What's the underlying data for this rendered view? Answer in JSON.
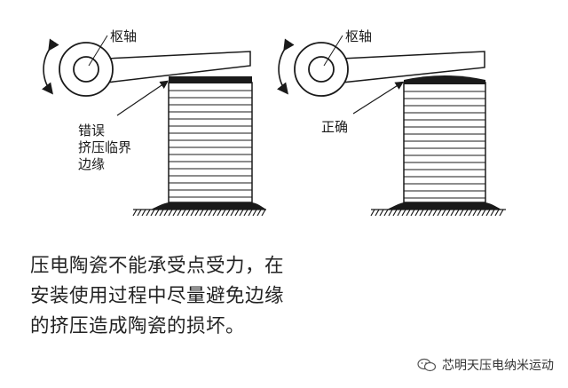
{
  "labels": {
    "pivot_left": "枢轴",
    "pivot_right": "枢轴",
    "wrong_line1": "错误",
    "wrong_line2": "挤压临界",
    "wrong_line3": "边缘",
    "correct": "正确"
  },
  "caption": {
    "line1": "压电陶瓷不能承受点受力，在",
    "line2": "安装使用过程中尽量避免边缘",
    "line3": "的挤压造成陶瓷的损坏。"
  },
  "watermark": {
    "text": "芯明天压电纳米运动",
    "icon": "wechat-icon"
  },
  "colors": {
    "ink": "#1a1a1a",
    "background": "#ffffff"
  }
}
